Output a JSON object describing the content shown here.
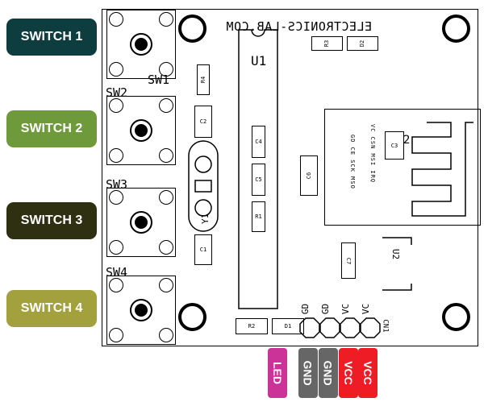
{
  "side_labels": {
    "switch1": {
      "text": "SWITCH 1",
      "color": "#0d3d3f"
    },
    "switch2": {
      "text": "SWITCH 2",
      "color": "#6f9a3c"
    },
    "switch3": {
      "text": "SWITCH 3",
      "color": "#2f3011"
    },
    "switch4": {
      "text": "SWITCH 4",
      "color": "#a3a03e"
    }
  },
  "board": {
    "title": "ELECTRONICS-LAB.COM",
    "u1": "U1",
    "cn2": "CN2",
    "cn1": "CN1",
    "sw1": "SW1",
    "sw2": "SW2",
    "sw3": "SW3",
    "sw4": "SW4",
    "y1": "Y1",
    "u2": "U2",
    "parts": {
      "r1": "R1",
      "r2": "R2",
      "r3": "R3",
      "r4": "R4",
      "c1": "C1",
      "c2": "C2",
      "c3": "C3",
      "c4": "C4",
      "c5": "C5",
      "c6": "C6",
      "c7": "C7",
      "d1": "D1",
      "d2": "D2"
    },
    "cn2_pins_left": "GD  CE  SCK MSO",
    "cn2_pins_right": "VC  CSN MSI IRQ",
    "cn1_pins": [
      "GD",
      "GD",
      "VC",
      "VC"
    ]
  },
  "pin_labels": [
    {
      "text": "LED",
      "color": "#cc3399"
    },
    {
      "text": "GND",
      "color": "#666666"
    },
    {
      "text": "GND",
      "color": "#666666"
    },
    {
      "text": "VCC",
      "color": "#ee1c24"
    },
    {
      "text": "VCC",
      "color": "#ee1c24"
    }
  ]
}
